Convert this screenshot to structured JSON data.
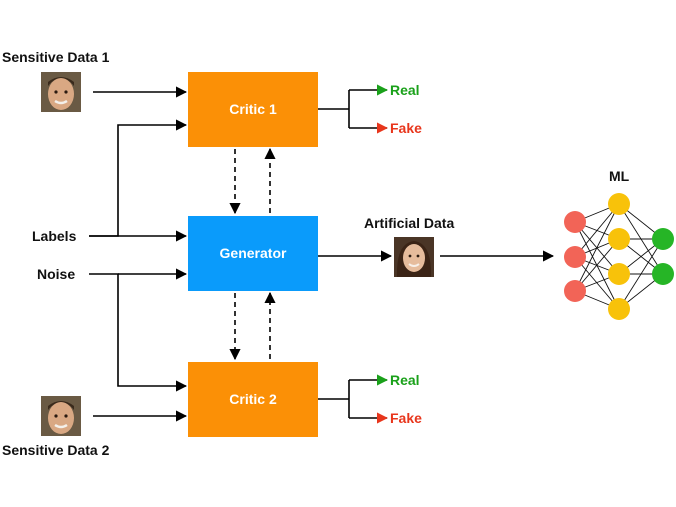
{
  "labels": {
    "sensitive_1": "Sensitive Data 1",
    "sensitive_2": "Sensitive Data 2",
    "labels": "Labels",
    "noise": "Noise",
    "artificial": "Artificial Data",
    "ml": "ML"
  },
  "boxes": {
    "critic1": "Critic 1",
    "generator": "Generator",
    "critic2": "Critic 2"
  },
  "outputs": {
    "critic1_real": "Real",
    "critic1_fake": "Fake",
    "critic2_real": "Real",
    "critic2_fake": "Fake"
  },
  "colors": {
    "critic": "#fb9006",
    "generator": "#0a9bfb",
    "real": "#1aa11a",
    "fake": "#e8361c",
    "nn_input": "#f26457",
    "nn_hidden": "#f8c20a",
    "nn_output": "#26b526"
  },
  "icons": {
    "face_male": "male-face-icon",
    "face_female": "female-face-icon"
  }
}
